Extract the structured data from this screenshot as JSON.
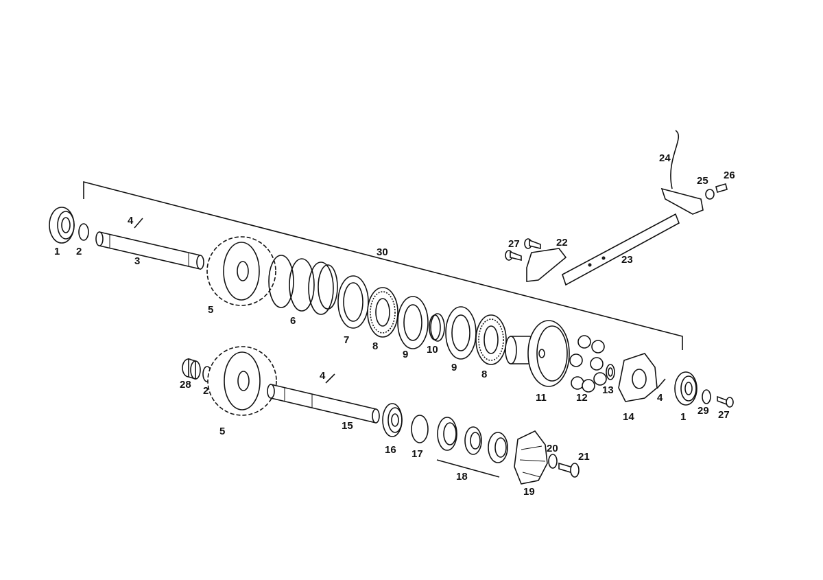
{
  "labels": {
    "l1a": "1",
    "l2a": "2",
    "l3": "3",
    "l4a": "4",
    "l5a": "5",
    "l6": "6",
    "l7": "7",
    "l8a": "8",
    "l9a": "9",
    "l10": "10",
    "l9b": "9",
    "l8b": "8",
    "l11": "11",
    "l12": "12",
    "l13": "13",
    "l14": "14",
    "l4b": "4",
    "l1b": "1",
    "l29": "29",
    "l27a": "27",
    "l30": "30",
    "l28": "28",
    "l2b": "2",
    "l5b": "5",
    "l4c": "4",
    "l15": "15",
    "l16": "16",
    "l17": "17",
    "l18": "18",
    "l19": "19",
    "l20": "20",
    "l21": "21",
    "l22": "22",
    "l27b": "27",
    "l23": "23",
    "l24": "24",
    "l25": "25",
    "l26": "26"
  }
}
